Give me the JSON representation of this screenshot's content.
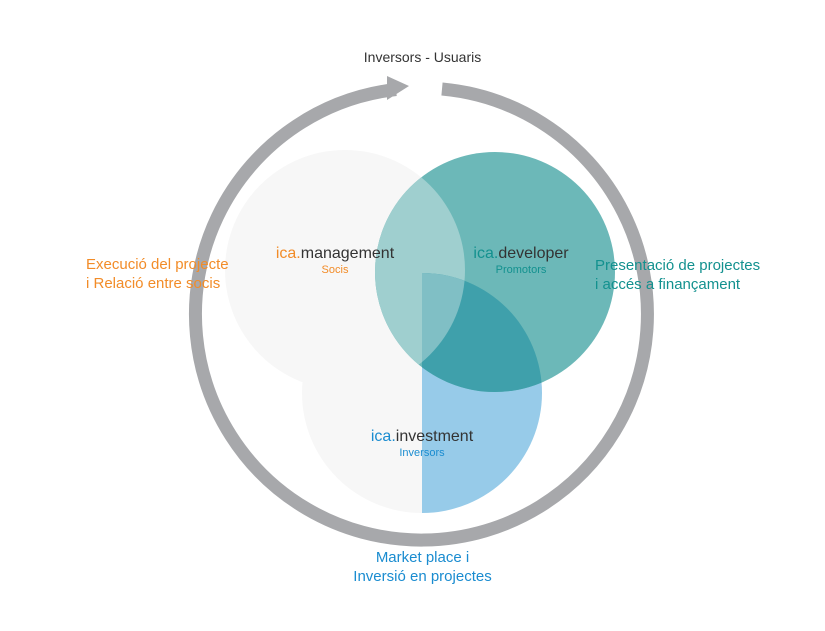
{
  "diagram": {
    "top_label": "Inversors - Usuaris",
    "cycle_labels": {
      "left": [
        "Execució del projecte",
        "i Relació entre socis"
      ],
      "right": [
        "Presentació de projectes",
        "i accés a finançament"
      ],
      "bottom": [
        "Market place i",
        "Inversió en projectes"
      ]
    },
    "circles": [
      {
        "id": "management",
        "prefix": "ica.",
        "name": "management",
        "subtitle": "Socis",
        "accent": "#f28c28",
        "fill": "#f7f7f7"
      },
      {
        "id": "developer",
        "prefix": "ica.",
        "name": "developer",
        "subtitle": "Promotors",
        "accent": "#13918f",
        "fill": "#6cb8b8"
      },
      {
        "id": "investment",
        "prefix": "ica.",
        "name": "investment",
        "subtitle": "Inversors",
        "accent": "#1a8cd0",
        "fill": "#97cbe9"
      }
    ],
    "colors": {
      "ring": "#a7a8ab",
      "overlap_management_developer": "#9fcfcf",
      "overlap_all_three": "#80bfc5",
      "overlap_developer_investment": "#3fa0ab",
      "text_dark": "#333333"
    }
  }
}
